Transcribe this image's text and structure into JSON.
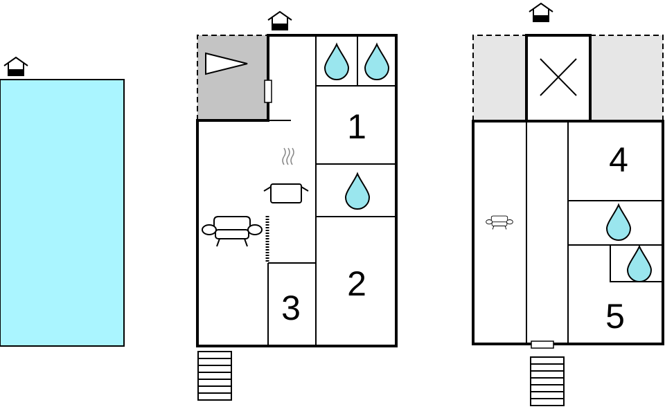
{
  "colors": {
    "pool": "#aaf5ff",
    "water": "#9ae6ee",
    "terrace_dark": "#c4c4c4",
    "terrace_light": "#e6e6e6",
    "wall": "#000000"
  },
  "icons": [
    "house-icon",
    "water-drop-icon",
    "sofa-icon",
    "cooking-pot-icon",
    "triangle-icon",
    "cross-icon",
    "stairs-icon",
    "radiator-icon",
    "door-icon"
  ],
  "rooms": {
    "room_1": "1",
    "room_2": "2",
    "room_3": "3",
    "room_4": "4",
    "room_5": "5"
  }
}
